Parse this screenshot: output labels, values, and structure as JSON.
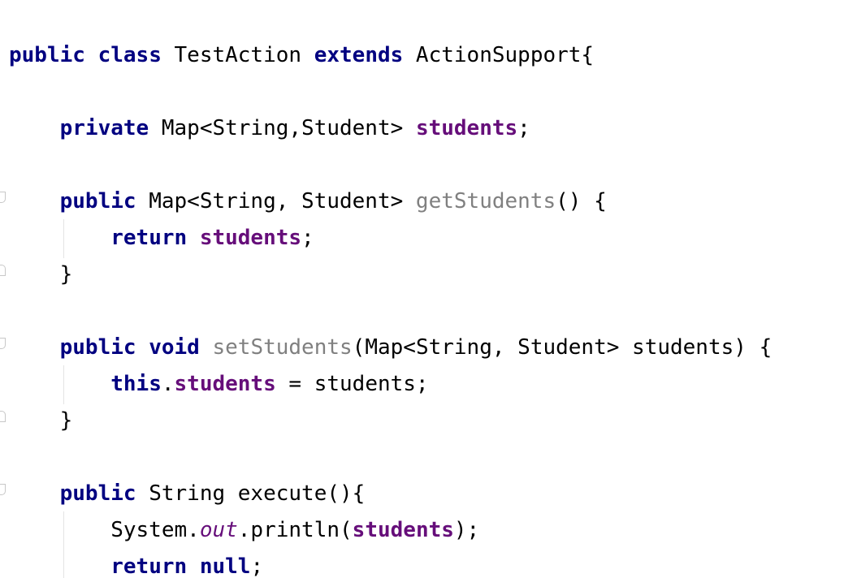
{
  "editor": {
    "lines": [
      [
        {
          "t": "public",
          "c": "kw"
        },
        {
          "t": " ",
          "c": "plain"
        },
        {
          "t": "class",
          "c": "kw"
        },
        {
          "t": " TestAction ",
          "c": "plain"
        },
        {
          "t": "extends",
          "c": "kw"
        },
        {
          "t": " ActionSupport{",
          "c": "plain"
        }
      ],
      [],
      [
        {
          "t": "    ",
          "c": "plain"
        },
        {
          "t": "private",
          "c": "kw"
        },
        {
          "t": " Map<String,Student> ",
          "c": "plain"
        },
        {
          "t": "students",
          "c": "fld"
        },
        {
          "t": ";",
          "c": "plain"
        }
      ],
      [],
      [
        {
          "t": "    ",
          "c": "plain"
        },
        {
          "t": "public",
          "c": "kw"
        },
        {
          "t": " Map<String, Student> ",
          "c": "plain"
        },
        {
          "t": "getStudents",
          "c": "unused"
        },
        {
          "t": "() {",
          "c": "plain"
        }
      ],
      [
        {
          "t": "        ",
          "c": "plain"
        },
        {
          "t": "return",
          "c": "kw"
        },
        {
          "t": " ",
          "c": "plain"
        },
        {
          "t": "students",
          "c": "fld"
        },
        {
          "t": ";",
          "c": "plain"
        }
      ],
      [
        {
          "t": "    }",
          "c": "plain"
        }
      ],
      [],
      [
        {
          "t": "    ",
          "c": "plain"
        },
        {
          "t": "public",
          "c": "kw"
        },
        {
          "t": " ",
          "c": "plain"
        },
        {
          "t": "void",
          "c": "kw"
        },
        {
          "t": " ",
          "c": "plain"
        },
        {
          "t": "setStudents",
          "c": "unused"
        },
        {
          "t": "(Map<String, Student> students) {",
          "c": "plain"
        }
      ],
      [
        {
          "t": "        ",
          "c": "plain"
        },
        {
          "t": "this",
          "c": "kw"
        },
        {
          "t": ".",
          "c": "plain"
        },
        {
          "t": "students",
          "c": "fld"
        },
        {
          "t": " = students;",
          "c": "plain"
        }
      ],
      [
        {
          "t": "    }",
          "c": "plain"
        }
      ],
      [],
      [
        {
          "t": "    ",
          "c": "plain"
        },
        {
          "t": "public",
          "c": "kw"
        },
        {
          "t": " String execute(){",
          "c": "plain"
        }
      ],
      [
        {
          "t": "        System.",
          "c": "plain"
        },
        {
          "t": "out",
          "c": "static-fld"
        },
        {
          "t": ".println(",
          "c": "plain"
        },
        {
          "t": "students",
          "c": "fld"
        },
        {
          "t": ");",
          "c": "plain"
        }
      ],
      [
        {
          "t": "        ",
          "c": "plain"
        },
        {
          "t": "return",
          "c": "kw"
        },
        {
          "t": " ",
          "c": "plain"
        },
        {
          "t": "null",
          "c": "kw"
        },
        {
          "t": ";",
          "c": "plain"
        }
      ]
    ]
  }
}
